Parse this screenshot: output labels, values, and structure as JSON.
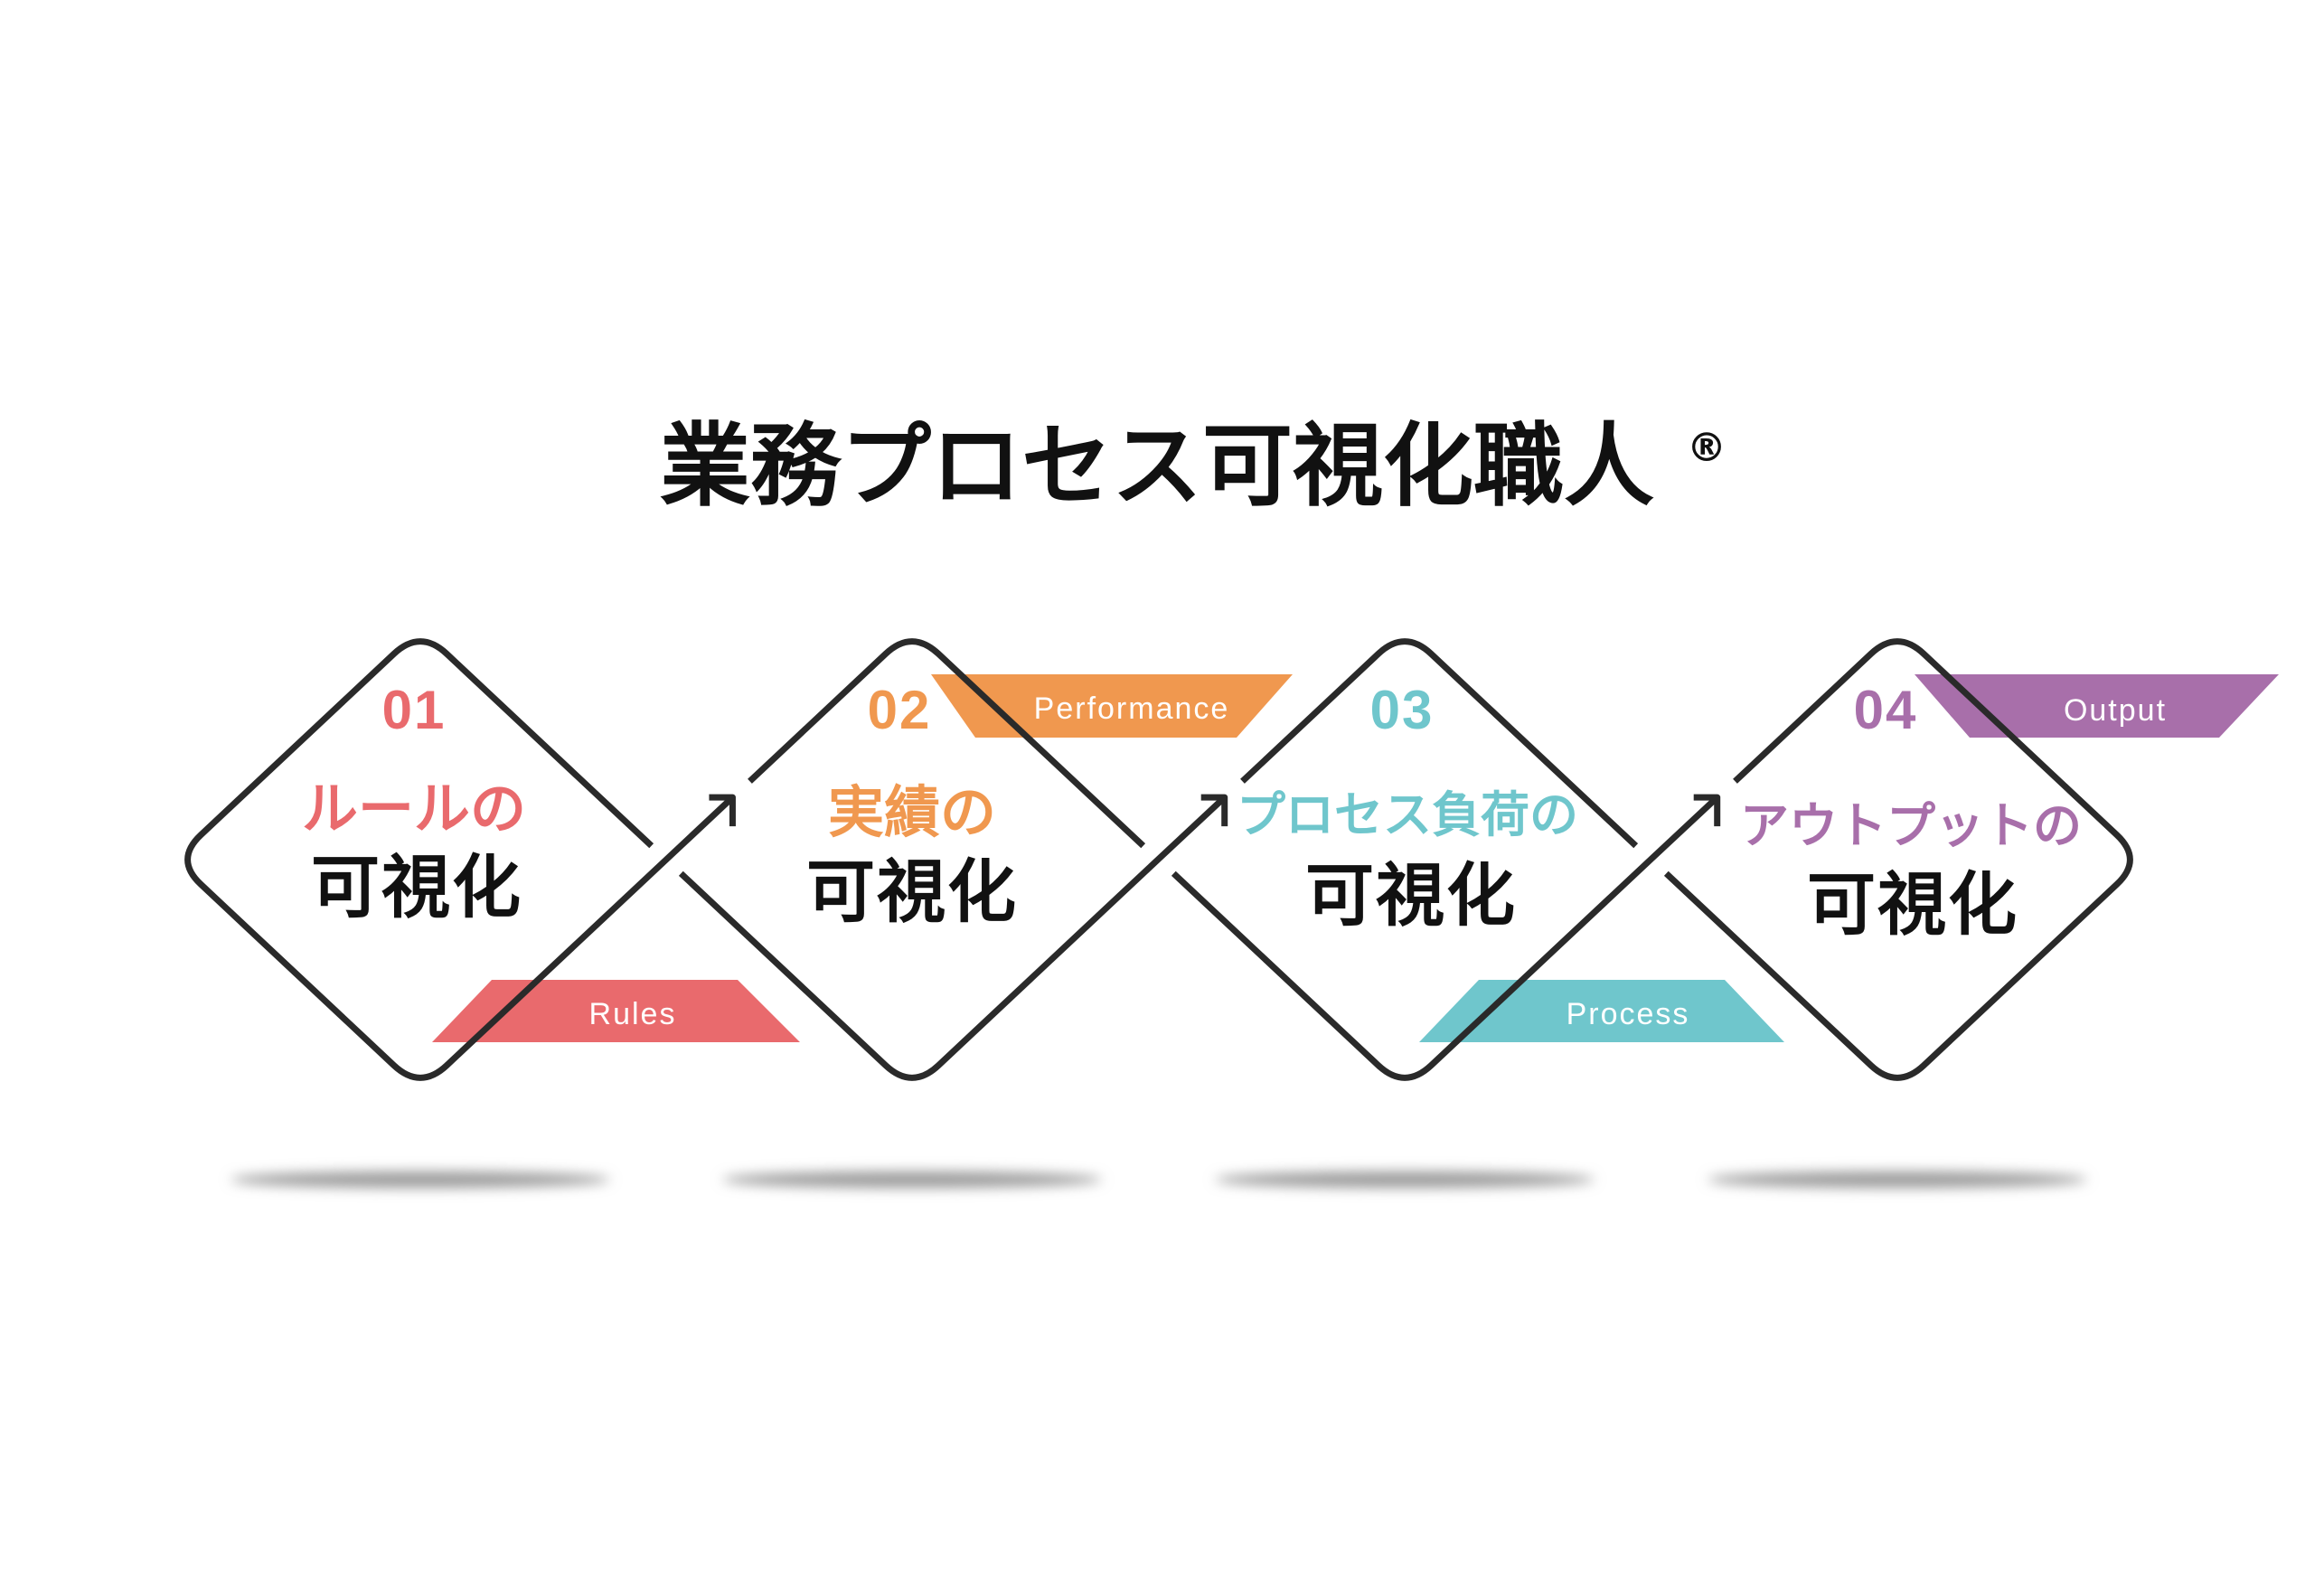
{
  "title": {
    "text": "業務プロセス可視化職人",
    "mark": "®"
  },
  "steps": [
    {
      "number": "01",
      "subtitle": "ルールの",
      "main": "可視化",
      "tag": "Rules",
      "color": "#e96a6d"
    },
    {
      "number": "02",
      "subtitle": "実績の",
      "main": "可視化",
      "tag": "Performance",
      "color": "#f0984f"
    },
    {
      "number": "03",
      "subtitle": "プロセス負荷の",
      "main": "可視化",
      "tag": "Process",
      "color": "#6fc6cc"
    },
    {
      "number": "04",
      "subtitle": "アウトプットの",
      "main": "可視化",
      "tag": "Output",
      "color": "#a86faa"
    }
  ]
}
